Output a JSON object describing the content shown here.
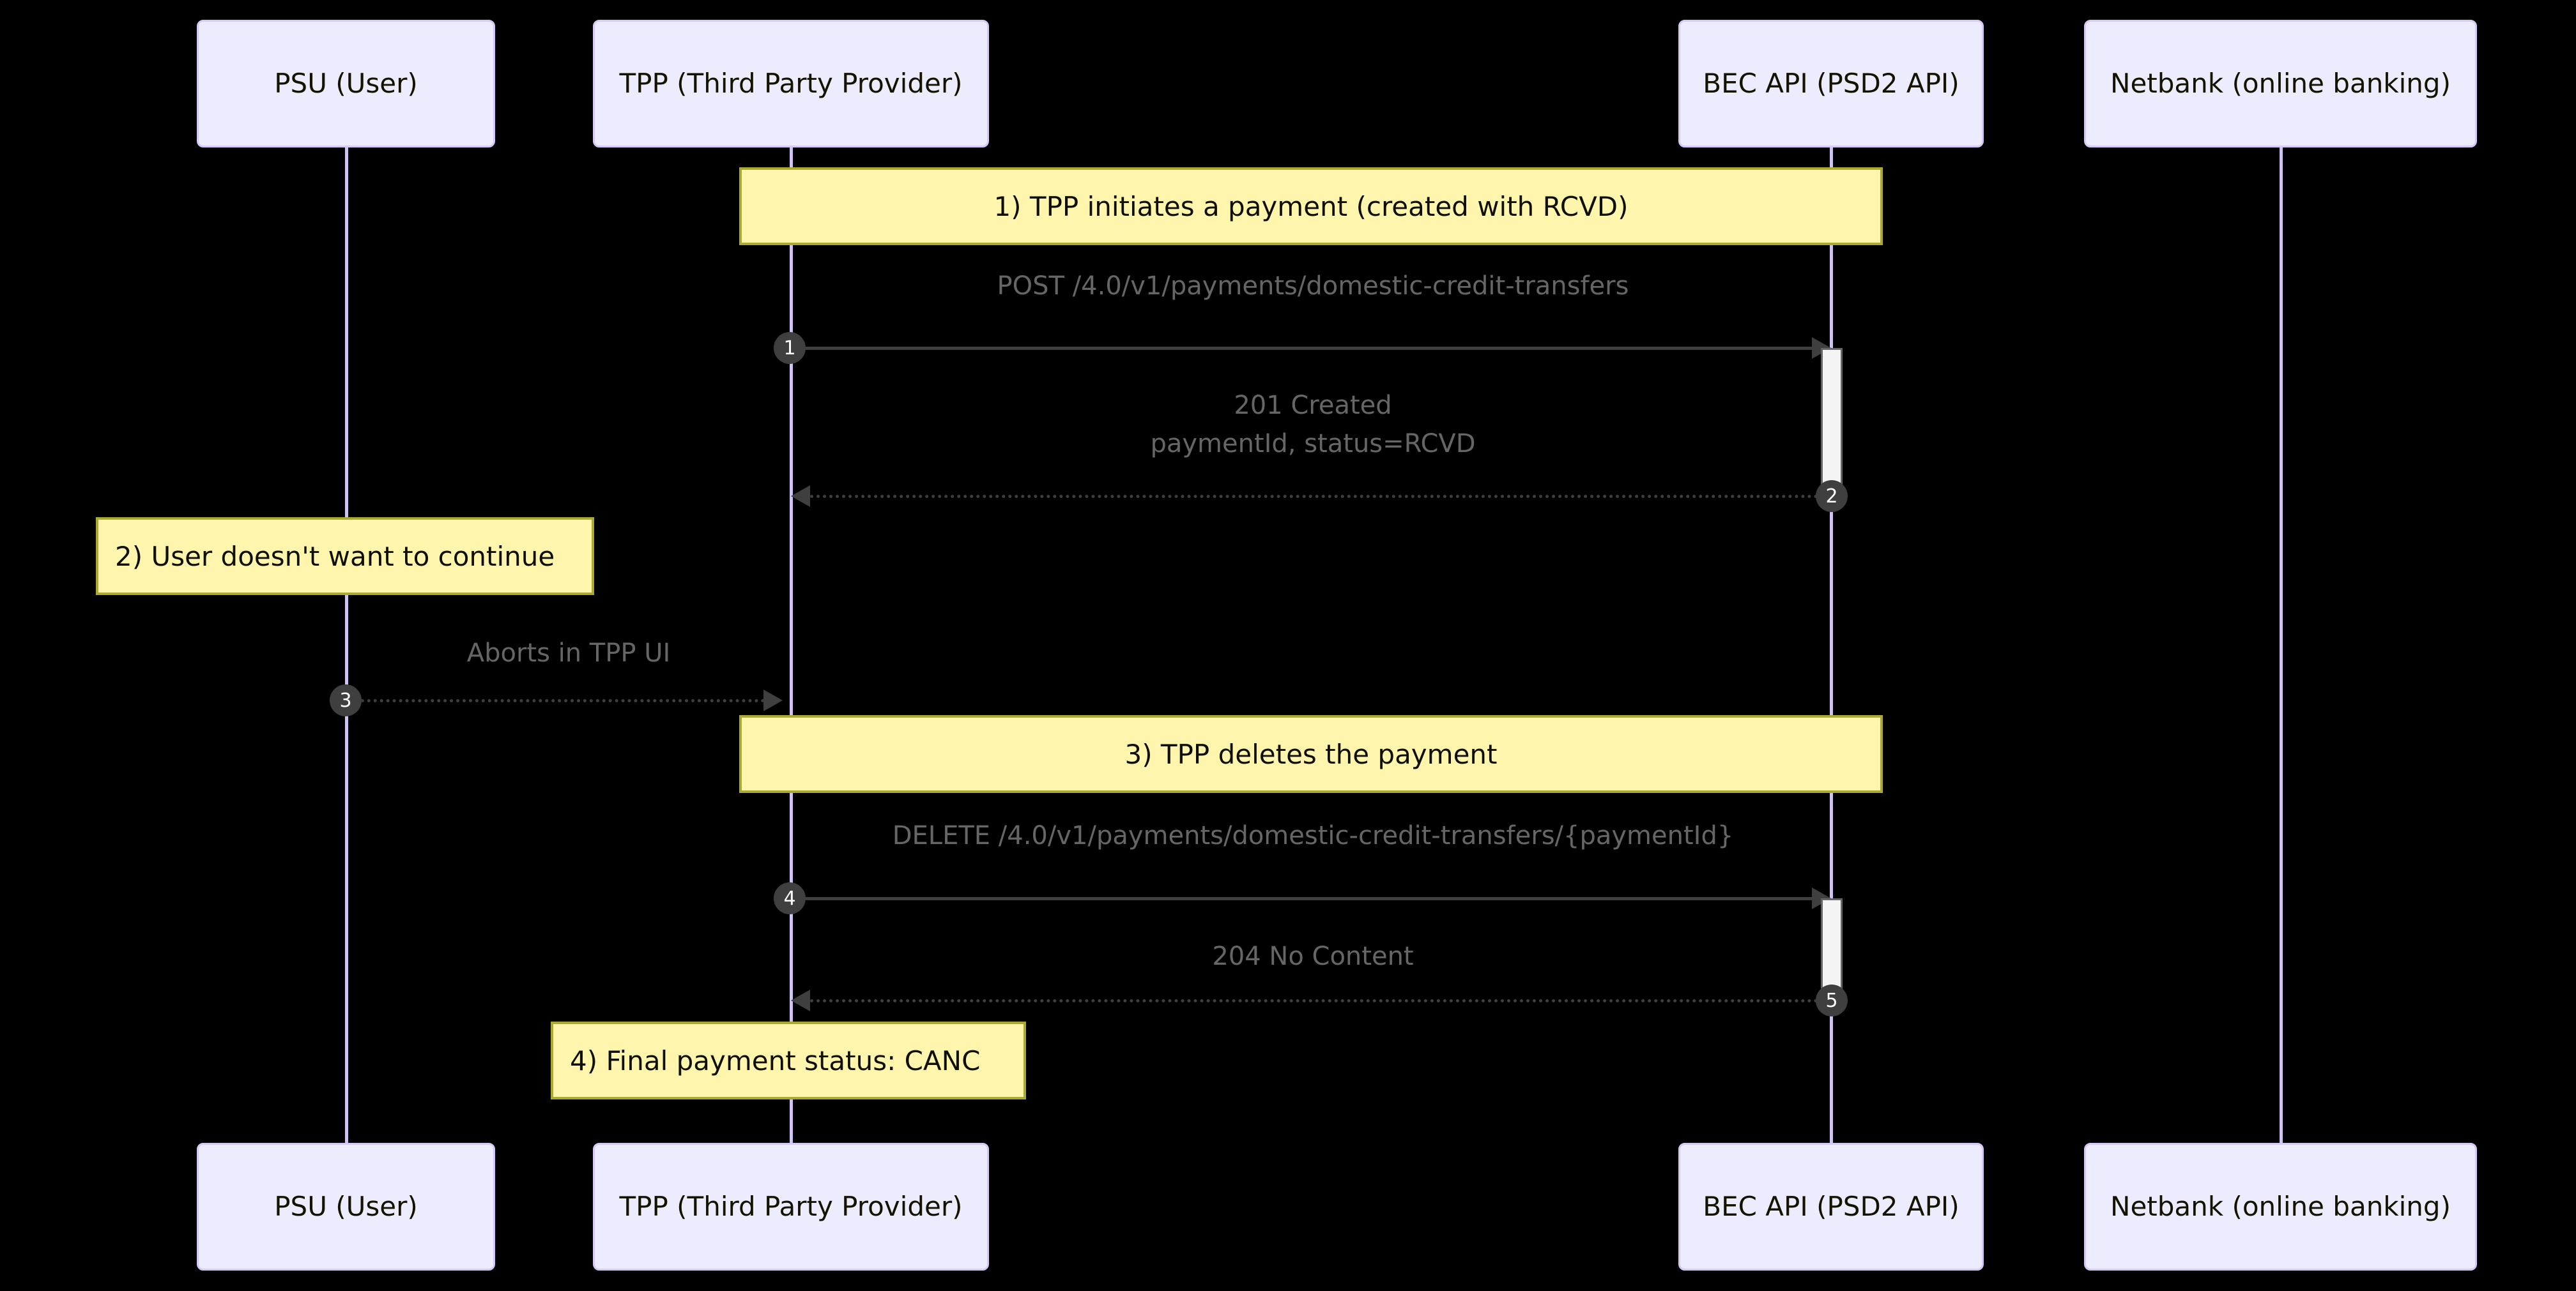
{
  "diagram": {
    "type": "sequence-diagram",
    "background_color": "#000000",
    "colors": {
      "participant_fill": "#ececfe",
      "participant_border": "#d6c9f7",
      "lifeline": "#cfc4ef",
      "note_fill": "#fff5ad",
      "note_border": "#aaaa33",
      "message_line": "#3f3f3f",
      "message_text": "#666666",
      "activation_fill": "#f4f4f4",
      "activation_border": "#666666",
      "seq_badge_fill": "#3f3f3f",
      "seq_badge_text": "#ffffff"
    }
  },
  "participants": [
    {
      "id": "psu",
      "label": "PSU (User)"
    },
    {
      "id": "tpp",
      "label": "TPP (Third Party Provider)"
    },
    {
      "id": "bec",
      "label": "BEC API (PSD2 API)"
    },
    {
      "id": "netbank",
      "label": "Netbank (online banking)"
    }
  ],
  "participants_bottom": [
    {
      "id": "psu",
      "label": "PSU (User)"
    },
    {
      "id": "tpp",
      "label": "TPP (Third Party Provider)"
    },
    {
      "id": "bec",
      "label": "BEC API (PSD2 API)"
    },
    {
      "id": "netbank",
      "label": "Netbank (online banking)"
    }
  ],
  "notes": [
    {
      "id": "note1",
      "text": "1) TPP initiates a payment (created with RCVD)",
      "over": [
        "tpp",
        "bec"
      ],
      "align": "center"
    },
    {
      "id": "note2",
      "text": "2) User doesn't want to continue",
      "over": [
        "psu"
      ],
      "align": "left"
    },
    {
      "id": "note3",
      "text": "3) TPP deletes the payment",
      "over": [
        "tpp",
        "bec"
      ],
      "align": "center"
    },
    {
      "id": "note4",
      "text": "4) Final payment status: CANC",
      "over": [
        "tpp"
      ],
      "align": "left"
    }
  ],
  "messages": [
    {
      "seq": "1",
      "from": "tpp",
      "to": "bec",
      "direction": "right",
      "style": "solid",
      "lines": [
        "POST /4.0/v1/payments/domestic-credit-transfers"
      ]
    },
    {
      "seq": "2",
      "from": "bec",
      "to": "tpp",
      "direction": "left",
      "style": "dashed",
      "lines": [
        "201 Created",
        "paymentId, status=RCVD"
      ]
    },
    {
      "seq": "3",
      "from": "psu",
      "to": "tpp",
      "direction": "right",
      "style": "dashed",
      "lines": [
        "Aborts in TPP UI"
      ]
    },
    {
      "seq": "4",
      "from": "tpp",
      "to": "bec",
      "direction": "right",
      "style": "solid",
      "lines": [
        "DELETE /4.0/v1/payments/domestic-credit-transfers/{paymentId}"
      ]
    },
    {
      "seq": "5",
      "from": "bec",
      "to": "tpp",
      "direction": "left",
      "style": "dashed",
      "lines": [
        "204 No Content"
      ]
    }
  ],
  "activations": [
    {
      "on": "bec",
      "for_messages": [
        "1",
        "2"
      ]
    },
    {
      "on": "bec",
      "for_messages": [
        "4",
        "5"
      ]
    }
  ]
}
